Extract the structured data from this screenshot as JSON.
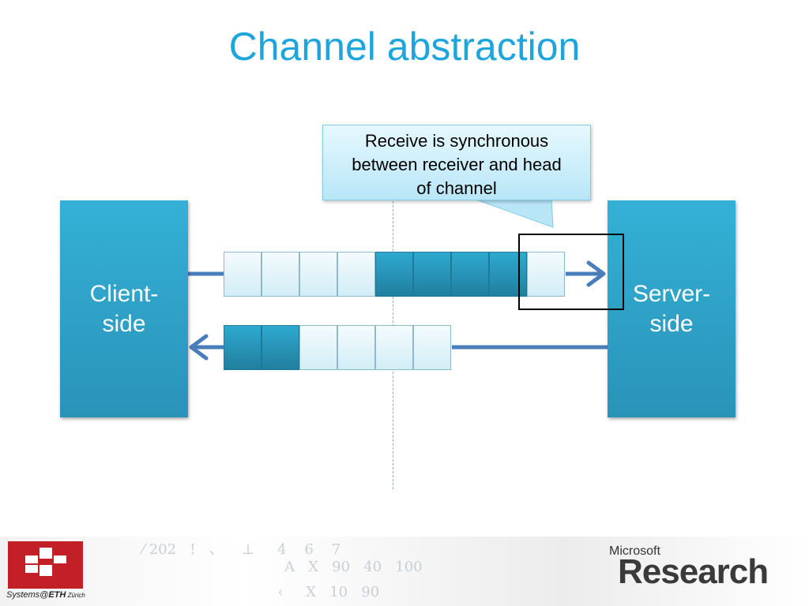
{
  "slide": {
    "title": "Channel abstraction"
  },
  "client": {
    "line1": "Client-",
    "line2": "side"
  },
  "server": {
    "line1": "Server-",
    "line2": "side"
  },
  "callout": {
    "line1": "Receive is synchronous",
    "line2": "between receiver and head",
    "line3": "of channel"
  },
  "queues": {
    "to_server": [
      "empty",
      "empty",
      "empty",
      "empty",
      "full",
      "full",
      "full",
      "full",
      "empty"
    ],
    "to_client": [
      "full",
      "full",
      "empty",
      "empty",
      "empty",
      "empty"
    ]
  },
  "footer": {
    "eth_label_prefix": "Systems@",
    "eth_label_bold": "ETH",
    "eth_label_suffix": " Zürich",
    "ms_label_small": "Microsoft",
    "ms_label_big": "Research"
  },
  "colors": {
    "title": "#1ea6dc",
    "box_fill": "#2fa6cc",
    "arrow": "#4a7ebb",
    "highlight": "#000000"
  }
}
